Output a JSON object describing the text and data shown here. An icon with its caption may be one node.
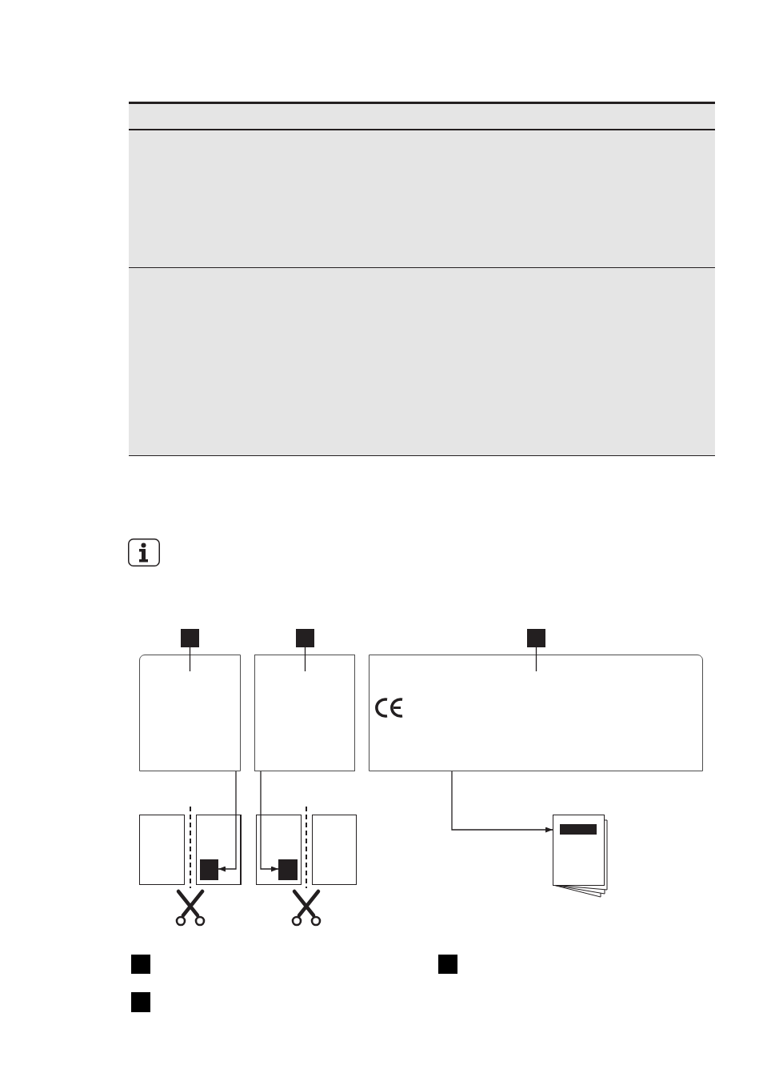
{
  "diagram": {
    "nodes": [
      {
        "text": [],
        "shape": "box"
      },
      {
        "text": [],
        "shape": "box"
      },
      {
        "text": [],
        "shape": "box"
      },
      {
        "text": [],
        "shape": "box"
      },
      {
        "text": [],
        "shape": "box"
      },
      {
        "text": [],
        "shape": "box"
      },
      {
        "text": [],
        "shape": "box"
      },
      {
        "text": [],
        "shape": "box"
      },
      {
        "text": [],
        "shape": "box",
        "in": 7
      },
      {
        "text": [],
        "shape": "box"
      },
      {
        "text": [],
        "shape": "box",
        "in": 9
      },
      {
        "text": [],
        "shape": "box"
      },
      {
        "text": [],
        "shape": "picture"
      }
    ],
    "edges": [
      {
        "from": 0,
        "to": 3,
        "arrow": "none"
      },
      {
        "from": 1,
        "to": 4,
        "arrow": "none"
      },
      {
        "from": 2,
        "to": 5,
        "arrow": "none"
      },
      {
        "from": 3,
        "to": 8,
        "arrow": "to"
      },
      {
        "from": 4,
        "to": 10,
        "arrow": "to"
      },
      {
        "from": 5,
        "to": 12,
        "arrow": "to"
      }
    ]
  }
}
